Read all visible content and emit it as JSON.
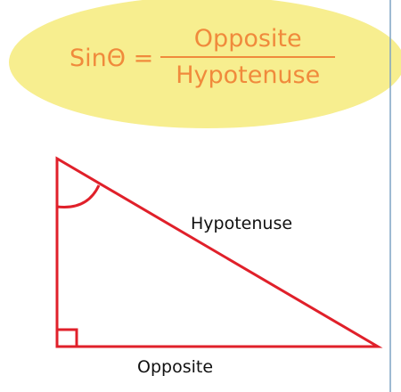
{
  "formula": {
    "lhs": "SinΘ =",
    "numerator": "Opposite",
    "denominator": "Hypotenuse"
  },
  "triangle": {
    "hypotenuse_label": "Hypotenuse",
    "opposite_label": "Opposite"
  },
  "colors": {
    "formula_text": "#f08a3c",
    "ellipse_fill": "#f7ee8f",
    "triangle_stroke": "#e0202a",
    "divider_line": "#7fa3c4"
  }
}
